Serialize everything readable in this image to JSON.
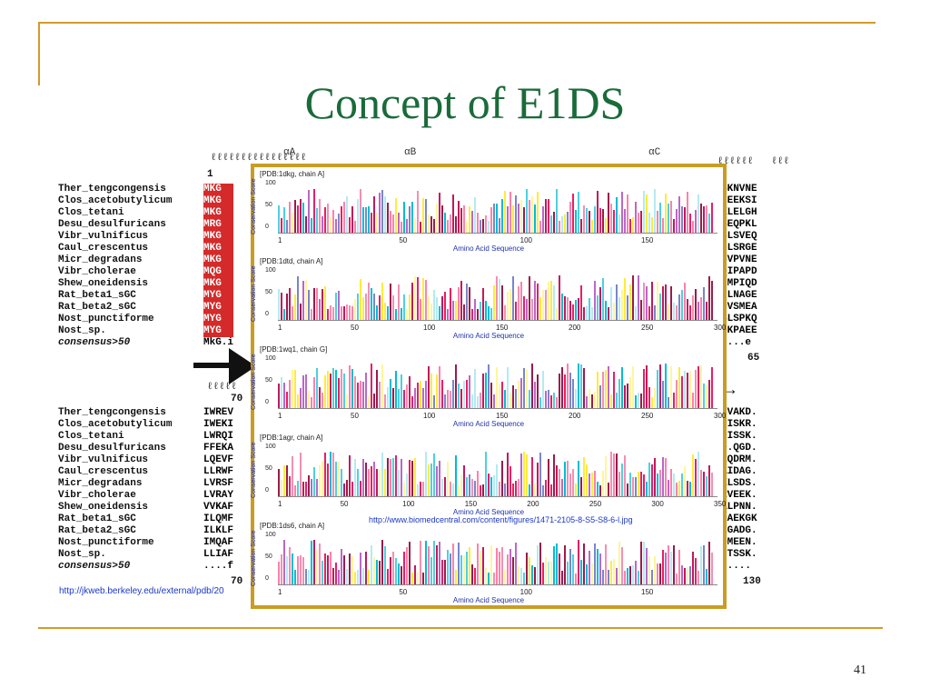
{
  "slide": {
    "title": "Concept of E1DS",
    "page_number": "41",
    "left_url": "http://jkweb.berkeley.edu/external/pdb/20",
    "overlay_url": "http://www.biomedcentral.com/content/figures/1471-2105-8-S5-S8-6-l.jpg"
  },
  "alignment": {
    "helix_labels": [
      "αA",
      "αB",
      "αC"
    ],
    "block1_names": [
      "Ther_tengcongensis",
      "Clos_acetobutylicum",
      "Clos_tetani",
      "Desu_desulfuricans",
      "Vibr_vulnificus",
      "Caul_crescentus",
      "Micr_degradans",
      "Vibr_cholerae",
      "Shew_oneidensis",
      "Rat_beta1_sGC",
      "Rat_beta2_sGC",
      "Nost_punctiforme",
      "Nost_sp.",
      "consensus>50"
    ],
    "block1_left_residues": [
      "MKG",
      "MKG",
      "MKG",
      "MRG",
      "MKG",
      "MKG",
      "MKG",
      "MQG",
      "MKG",
      "MYG",
      "MYG",
      "MYG",
      "MYG",
      "MkG.i"
    ],
    "block1_right_residues": [
      "SKNVNE",
      "NEEKSI",
      "KLELGH",
      "SEQPKL",
      "GLSVEQ",
      "GLSRGE",
      "GVPVNE",
      "QIPAPD",
      "NMPIQD",
      "NLNAGE",
      "DVSMEA",
      "SLSPKQ",
      "GKPAEE",
      "....e"
    ],
    "block1_start": "1",
    "block1_end": "65",
    "block2_names": [
      "Ther_tengcongensis",
      "Clos_acetobutylicum",
      "Clos_tetani",
      "Desu_desulfuricans",
      "Vibr_vulnificus",
      "Caul_crescentus",
      "Micr_degradans",
      "Vibr_cholerae",
      "Shew_oneidensis",
      "Rat_beta1_sGC",
      "Rat_beta2_sGC",
      "Nost_punctiforme",
      "Nost_sp.",
      "consensus>50"
    ],
    "block2_left_residues": [
      "IWREV",
      "IWEKI",
      "LWRQI",
      "FFEKA",
      "LQEVF",
      "LLRWF",
      "LVRSF",
      "LVRAY",
      "VVKAF",
      "ILQMF",
      "ILKLF",
      "IMQAF",
      "LLIAF",
      "....f"
    ],
    "block2_right_residues": [
      "PVAKD.",
      "PISKR.",
      "PISSK.",
      "D.QGD.",
      "EQDRM.",
      "AIDAG.",
      "KLSDS.",
      "RVEEK.",
      "ALPNN.",
      "DAEKGK",
      "EGADG.",
      "DMEEN.",
      "HTSSK.",
      "....."
    ],
    "block2_start": "70",
    "block2_end": "130",
    "block1_start_num": "1",
    "block2_label_top": "70",
    "block2_label_bottom": "70"
  },
  "panels": [
    {
      "label": "[PDB:1dkg, chain A]",
      "ticks": [
        "1",
        "50",
        "100",
        "150"
      ],
      "yticks": [
        "100",
        "50",
        "0"
      ]
    },
    {
      "label": "[PDB:1dtd, chain A]",
      "ticks": [
        "1",
        "50",
        "100",
        "150",
        "200",
        "250",
        "300"
      ],
      "yticks": [
        "100",
        "50",
        "0"
      ]
    },
    {
      "label": "[PDB:1wq1, chain G]",
      "ticks": [
        "1",
        "50",
        "100",
        "150",
        "200",
        "250",
        "300"
      ],
      "yticks": [
        "100",
        "50",
        "0"
      ]
    },
    {
      "label": "[PDB:1agr, chain A]",
      "ticks": [
        "1",
        "50",
        "100",
        "150",
        "200",
        "250",
        "300",
        "350"
      ],
      "yticks": [
        "100",
        "50",
        "0"
      ]
    },
    {
      "label": "[PDB:1ds6, chain A]",
      "ticks": [
        "1",
        "50",
        "100",
        "150"
      ],
      "yticks": [
        "100",
        "50",
        "0"
      ]
    }
  ],
  "axis": {
    "y_label": "Conservation Score",
    "x_label": "Amino Acid Sequence"
  },
  "bar_colors": [
    "#9b1b4a",
    "#c2185b",
    "#e91e63",
    "#f48fb1",
    "#ff80ab",
    "#00bcd4",
    "#4dd0e1",
    "#b2ebf2",
    "#ffeb3b",
    "#fff59d",
    "#7986cb",
    "#ba68c8"
  ]
}
